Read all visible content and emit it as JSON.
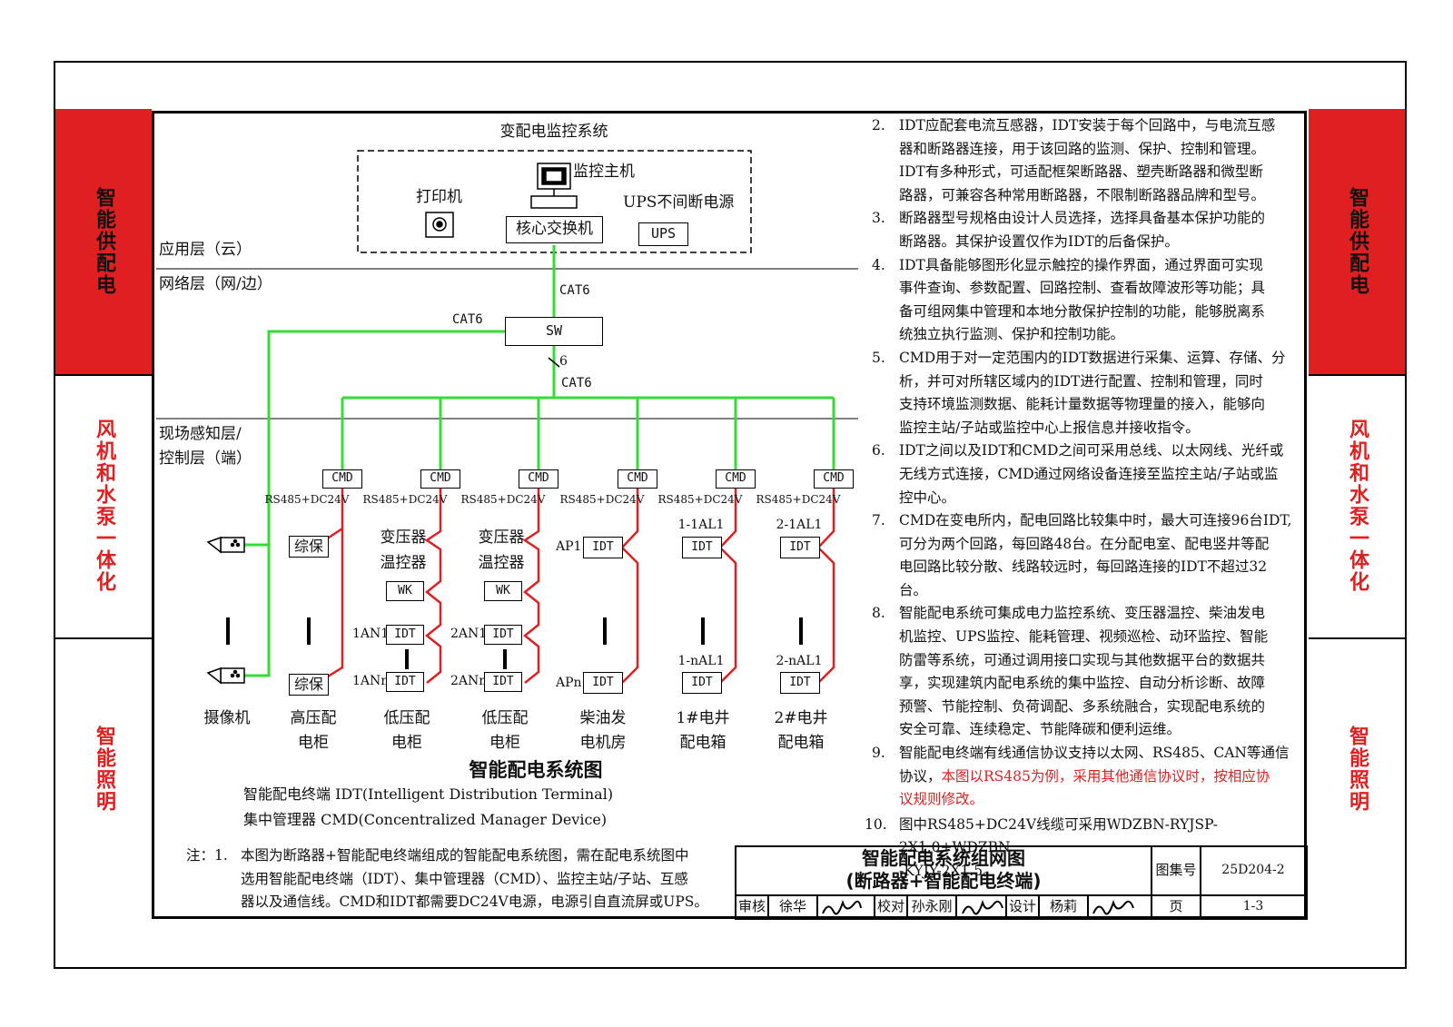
{
  "side_tabs": {
    "left": [
      "智能供配电",
      "风机和水泵一体化",
      "智能照明"
    ],
    "right": [
      "智能供配电",
      "风机和水泵一体化",
      "智能照明"
    ]
  },
  "diagram": {
    "top_system_title": "变配电监控系统",
    "monitor_host": "监控主机",
    "printer": "打印机",
    "ups_label": "UPS不间断电源",
    "core_switch": "核心交换机",
    "ups_box": "UPS",
    "layer_app": "应用层（云）",
    "layer_net": "网络层（网/边）",
    "layer_field_1": "现场感知层/",
    "layer_field_2": "控制层（端）",
    "cat6_top": "CAT6",
    "cat6_left": "CAT6",
    "cat6_bottom": "CAT6",
    "sw": "SW",
    "six": "6",
    "cmd": "CMD",
    "rs485": "RS485+DC24V",
    "zongbao": "综保",
    "transformer_1": "变压器",
    "transformer_2": "温控器",
    "wk": "WK",
    "idt": "IDT",
    "an1_1": "1AN1",
    "ann_1": "1ANn",
    "an1_2": "2AN1",
    "ann_2": "2ANn",
    "ap1": "AP1",
    "apn": "APn",
    "al1_1": "1-1AL1",
    "aln_1": "1-nAL1",
    "al1_2": "2-1AL1",
    "aln_2": "2-nAL1",
    "bottom_labels": [
      [
        "摄像机",
        ""
      ],
      [
        "高压配",
        "电柜"
      ],
      [
        "低压配",
        "电柜"
      ],
      [
        "低压配",
        "电柜"
      ],
      [
        "柴油发",
        "电机房"
      ],
      [
        "1#电井",
        "配电箱"
      ],
      [
        "2#电井",
        "配电箱"
      ]
    ],
    "diagram_title": "智能配电系统图",
    "legend_1": "智能配电终端 IDT(Intelligent Distribution Terminal)",
    "legend_2": "集中管理器 CMD(Concentralized Manager Device)",
    "colors": {
      "network_line": "#33dd33",
      "bus_line": "#e02020"
    }
  },
  "note_1": {
    "prefix": "注：1.",
    "lines": [
      "本图为断路器+智能配电终端组成的智能配电系统图，需在配电系统图中",
      "选用智能配电终端（IDT）、集中管理器（CMD）、监控主站/子站、互感",
      "器以及通信线。CMD和IDT都需要DC24V电源，电源引自直流屏或UPS。"
    ]
  },
  "notes": [
    {
      "num": "2.",
      "lines": [
        "IDT应配套电流互感器，IDT安装于每个回路中，与电流互感",
        "器和断路器连接，用于该回路的监测、保护、控制和管理。",
        "IDT有多种形式，可适配框架断路器、塑壳断路器和微型断",
        "路器，可兼容各种常用断路器，不限制断路器品牌和型号。"
      ]
    },
    {
      "num": "3.",
      "lines": [
        "断路器型号规格由设计人员选择，选择具备基本保护功能的",
        "断路器。其保护设置仅作为IDT的后备保护。"
      ]
    },
    {
      "num": "4.",
      "lines": [
        "IDT具备能够图形化显示触控的操作界面，通过界面可实现",
        "事件查询、参数配置、回路控制、查看故障波形等功能；具",
        "备可组网集中管理和本地分散保护控制的功能，能够脱离系",
        "统独立执行监测、保护和控制功能。"
      ]
    },
    {
      "num": "5.",
      "lines": [
        "CMD用于对一定范围内的IDT数据进行采集、运算、存储、分",
        "析，并可对所辖区域内的IDT进行配置、控制和管理，同时",
        "支持环境监测数据、能耗计量数据等物理量的接入，能够向",
        "监控主站/子站或监控中心上报信息并接收指令。"
      ]
    },
    {
      "num": "6.",
      "lines": [
        "IDT之间以及IDT和CMD之间可采用总线、以太网线、光纤或",
        "无线方式连接，CMD通过网络设备连接至监控主站/子站或监",
        "控中心。"
      ]
    },
    {
      "num": "7.",
      "lines": [
        "CMD在变电所内，配电回路比较集中时，最大可连接96台IDT,",
        "可分为两个回路，每回路48台。在分配电室、配电竖井等配",
        "电回路比较分散、线路较远时，每回路连接的IDT不超过32",
        "台。"
      ]
    },
    {
      "num": "8.",
      "lines": [
        "智能配电系统可集成电力监控系统、变压器温控、柴油发电",
        "机监控、UPS监控、能耗管理、视频巡检、动环监控、智能",
        "防雷等系统，可通过调用接口实现与其他数据平台的数据共",
        "享，实现建筑内配电系统的集中监控、自动分析诊断、故障",
        "预警、节能控制、负荷调配、多系统融合，实现配电系统的",
        "安全可靠、连续稳定、节能降碳和便利运维。"
      ]
    }
  ],
  "note_9": {
    "num": "9.",
    "line1": "智能配电终端有线通信协议支持以太网、RS485、CAN等通信",
    "line2_black": "协议，",
    "line2_red": "本图以RS485为例，采用其他通信协议时，按相应协",
    "line3_red": "议规则修改。"
  },
  "note_10": {
    "num": "10.",
    "lines": [
      "图中RS485+DC24V线缆可采用WDZBN-RYJSP-2X1.0+WDZBN",
      "-KYJY-2X1.5。"
    ]
  },
  "title_block": {
    "title_1": "智能配电系统组网图",
    "title_2": "(断路器+智能配电终端)",
    "atlas_label": "图集号",
    "atlas_no": "25D204-2",
    "review_label": "审核",
    "review_name": "徐华",
    "check_label": "校对",
    "check_name": "孙永刚",
    "design_label": "设计",
    "design_name": "杨莉",
    "page_label": "页",
    "page_no": "1-3"
  }
}
